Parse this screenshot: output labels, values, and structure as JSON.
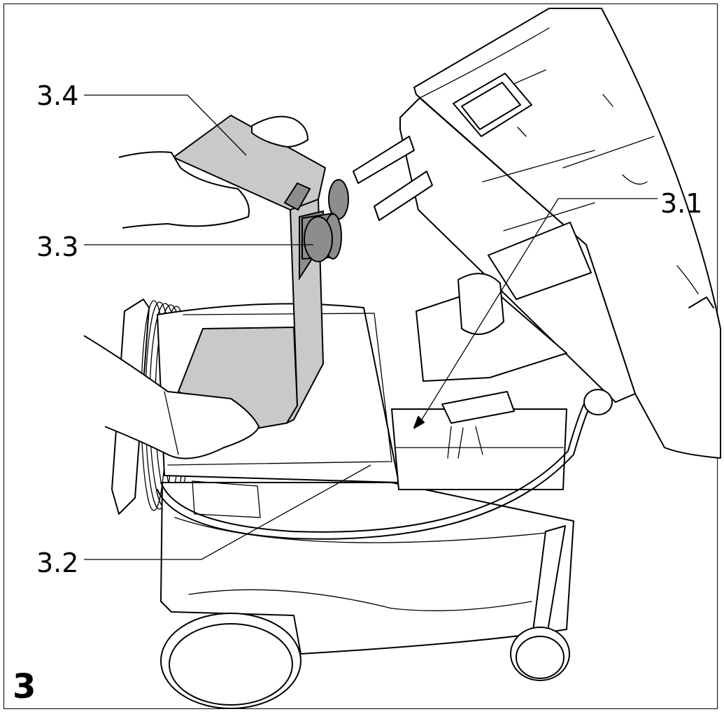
{
  "figure": {
    "number": "3",
    "callouts": {
      "c31": "3.1",
      "c32": "3.2",
      "c33": "3.3",
      "c34": "3.4"
    }
  },
  "colors": {
    "line": "#000000",
    "background": "#ffffff",
    "bag_fill": "#c9c9c9",
    "bag_flange": "#8d8d8d"
  }
}
